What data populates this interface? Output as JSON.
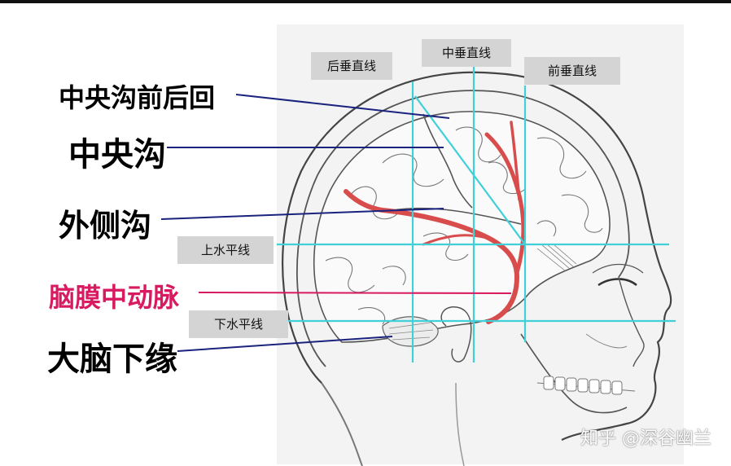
{
  "labels": {
    "central_gyri": "中央沟前后回",
    "central_sulcus": "中央沟",
    "lateral_sulcus": "外侧沟",
    "middle_meningeal_artery": "脑膜中动脉",
    "cerebrum_lower_edge": "大脑下缘"
  },
  "reference_lines": {
    "posterior_vertical": "后垂直线",
    "middle_vertical": "中垂直线",
    "anterior_vertical": "前垂直线",
    "upper_horizontal": "上水平线",
    "lower_horizontal": "下水平线"
  },
  "watermark": "知乎 @深谷幽兰",
  "colors": {
    "reference_line": "#3fd0d8",
    "pointer_line": "#1a237e",
    "artery": "#d84c4c",
    "artery_label": "#d81b60",
    "label_box": "#d4d4d4"
  }
}
